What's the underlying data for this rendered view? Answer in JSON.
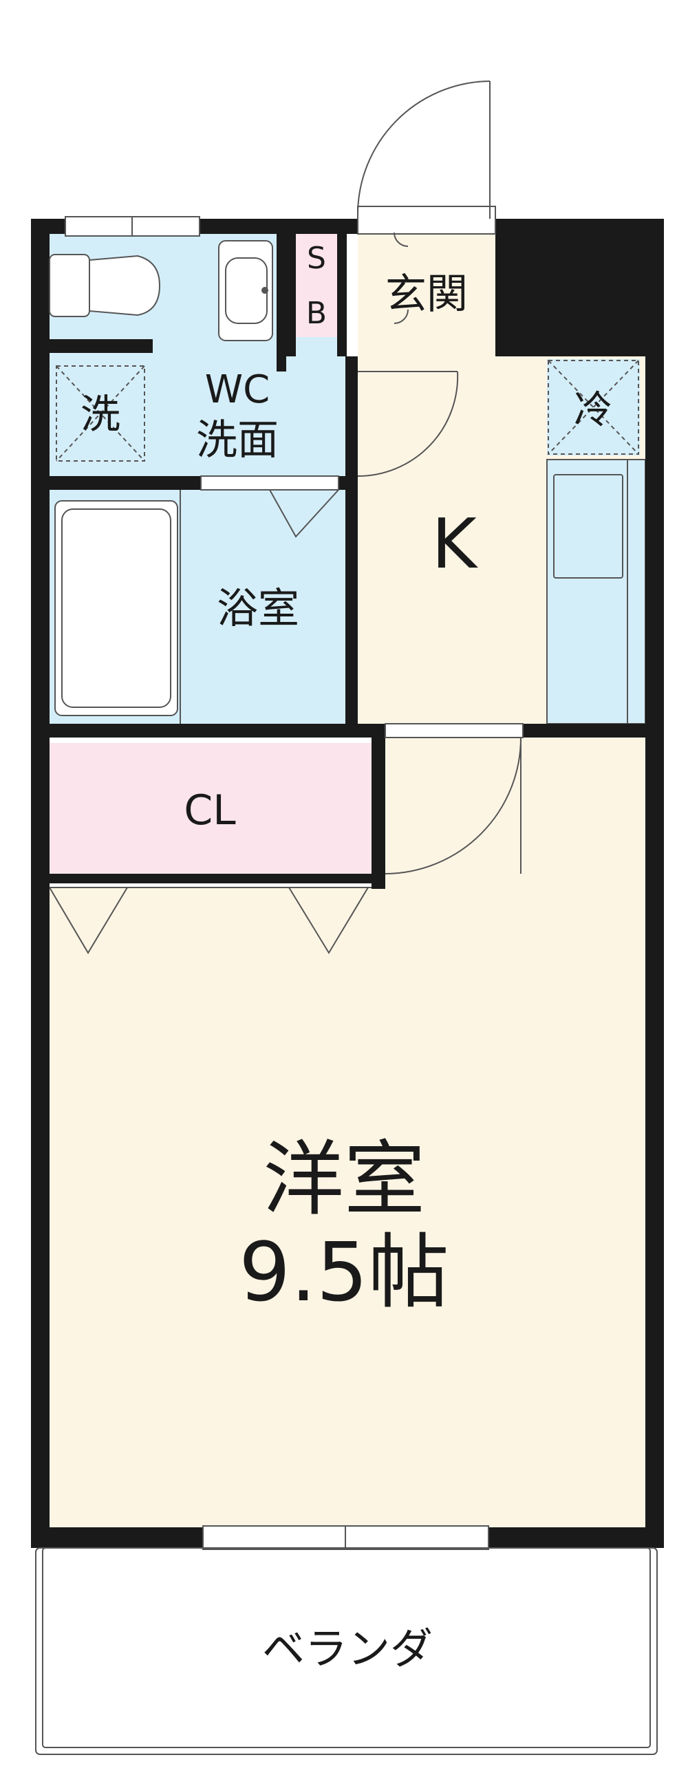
{
  "rooms": {
    "entrance": "玄関",
    "shoe_box": "SB",
    "shoe_box_s": "S",
    "shoe_box_b": "B",
    "toilet_wash": {
      "line1": "WC",
      "line2": "洗面"
    },
    "washer": "洗",
    "refrigerator": "冷",
    "kitchen": "K",
    "bathroom": "浴室",
    "closet": "CL",
    "western_room": {
      "line1": "洋室",
      "line2": "9.5帖"
    },
    "veranda": "ベランダ"
  },
  "colors": {
    "wall": "#1a1a1a",
    "wet_area": "#d4eef9",
    "floor": "#fdf5e4",
    "closet": "#fbe4ec",
    "fixture_line": "#555555"
  }
}
